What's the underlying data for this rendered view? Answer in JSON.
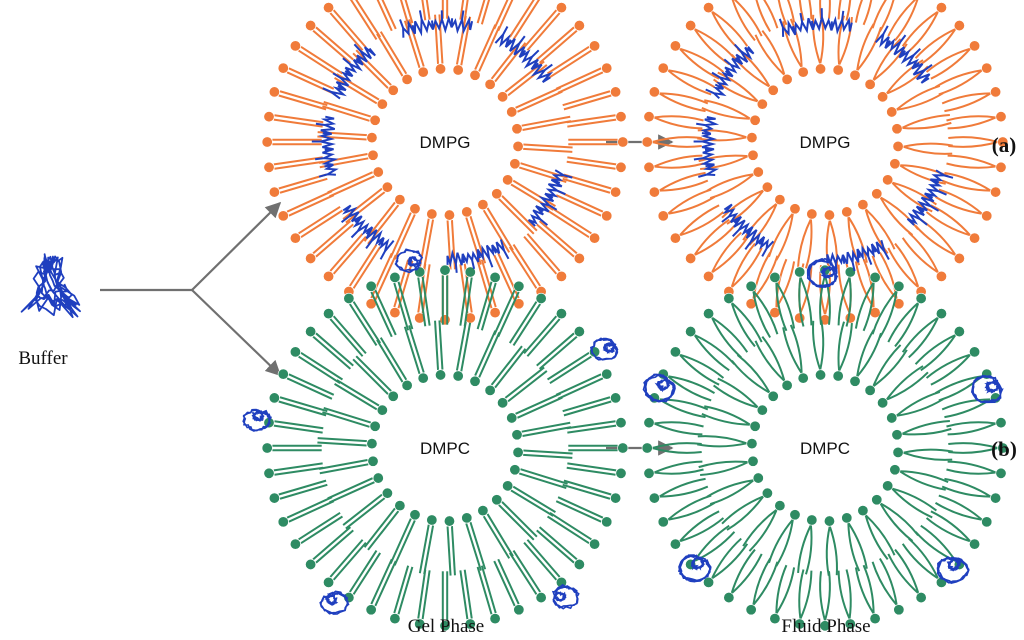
{
  "labels": {
    "buffer": "Buffer",
    "gel_phase": "Gel Phase",
    "fluid_phase": "Fluid Phase",
    "panel_a": "(a)",
    "panel_b": "(b)",
    "dmpg": "DMPG",
    "dmpc": "DMPC"
  },
  "colors": {
    "dmpg_lipid": "#f07b3a",
    "dmpc_lipid": "#2e8b63",
    "protein": "#1f3fbf",
    "arrow": "#707070",
    "text": "#111111"
  },
  "icons": {
    "protein_coil": "tangled-coil-icon",
    "arrow": "arrow-right-icon"
  }
}
